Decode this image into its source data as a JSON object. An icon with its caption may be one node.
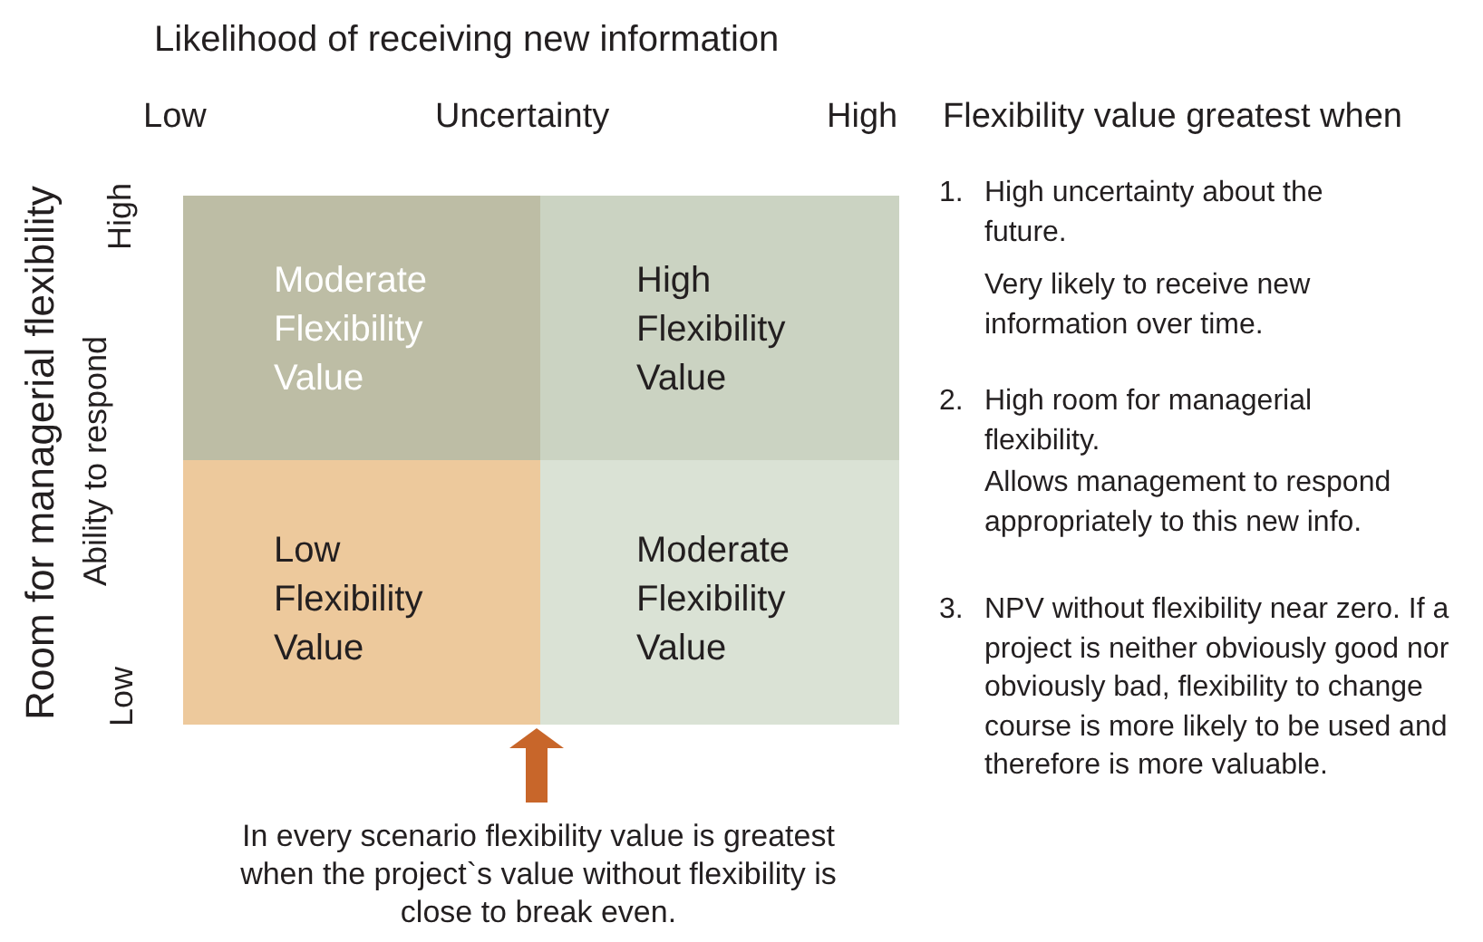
{
  "diagram": {
    "nodes": [
      {
        "text": [
          "Moderate Flexibility Value"
        ]
      },
      {
        "text": [
          "High Flexibility Value"
        ]
      },
      {
        "text": [
          "Low Flexibility Value"
        ]
      },
      {
        "text": [
          "Moderate Flexibility Value"
        ]
      },
      {
        "text": [
          "In every scenario flexibility value is greatest when the project`s value without flexibility is close to break even."
        ]
      }
    ],
    "edges": [
      {
        "from": 4,
        "to": 2,
        "arrow": "to",
        "color": "#c8662a"
      }
    ],
    "labels": [
      "Likelihood of receiving new information",
      "Low",
      "Uncertainty",
      "High",
      "Flexibility value greatest when",
      "Room for managerial flexibility",
      "High",
      "Ability to respond",
      "Low",
      "1.",
      "High uncertainty about the future.",
      "Very likely to receive new information over time.",
      "2.",
      "High room for managerial flexibility.",
      "Allows management to respond appropriately to this new info.",
      "3.",
      "NPV without flexibility near zero. If a project is neither obviously good nor obviously bad, flexibility to change course is more likely to be used and therefore is more valuable."
    ]
  }
}
